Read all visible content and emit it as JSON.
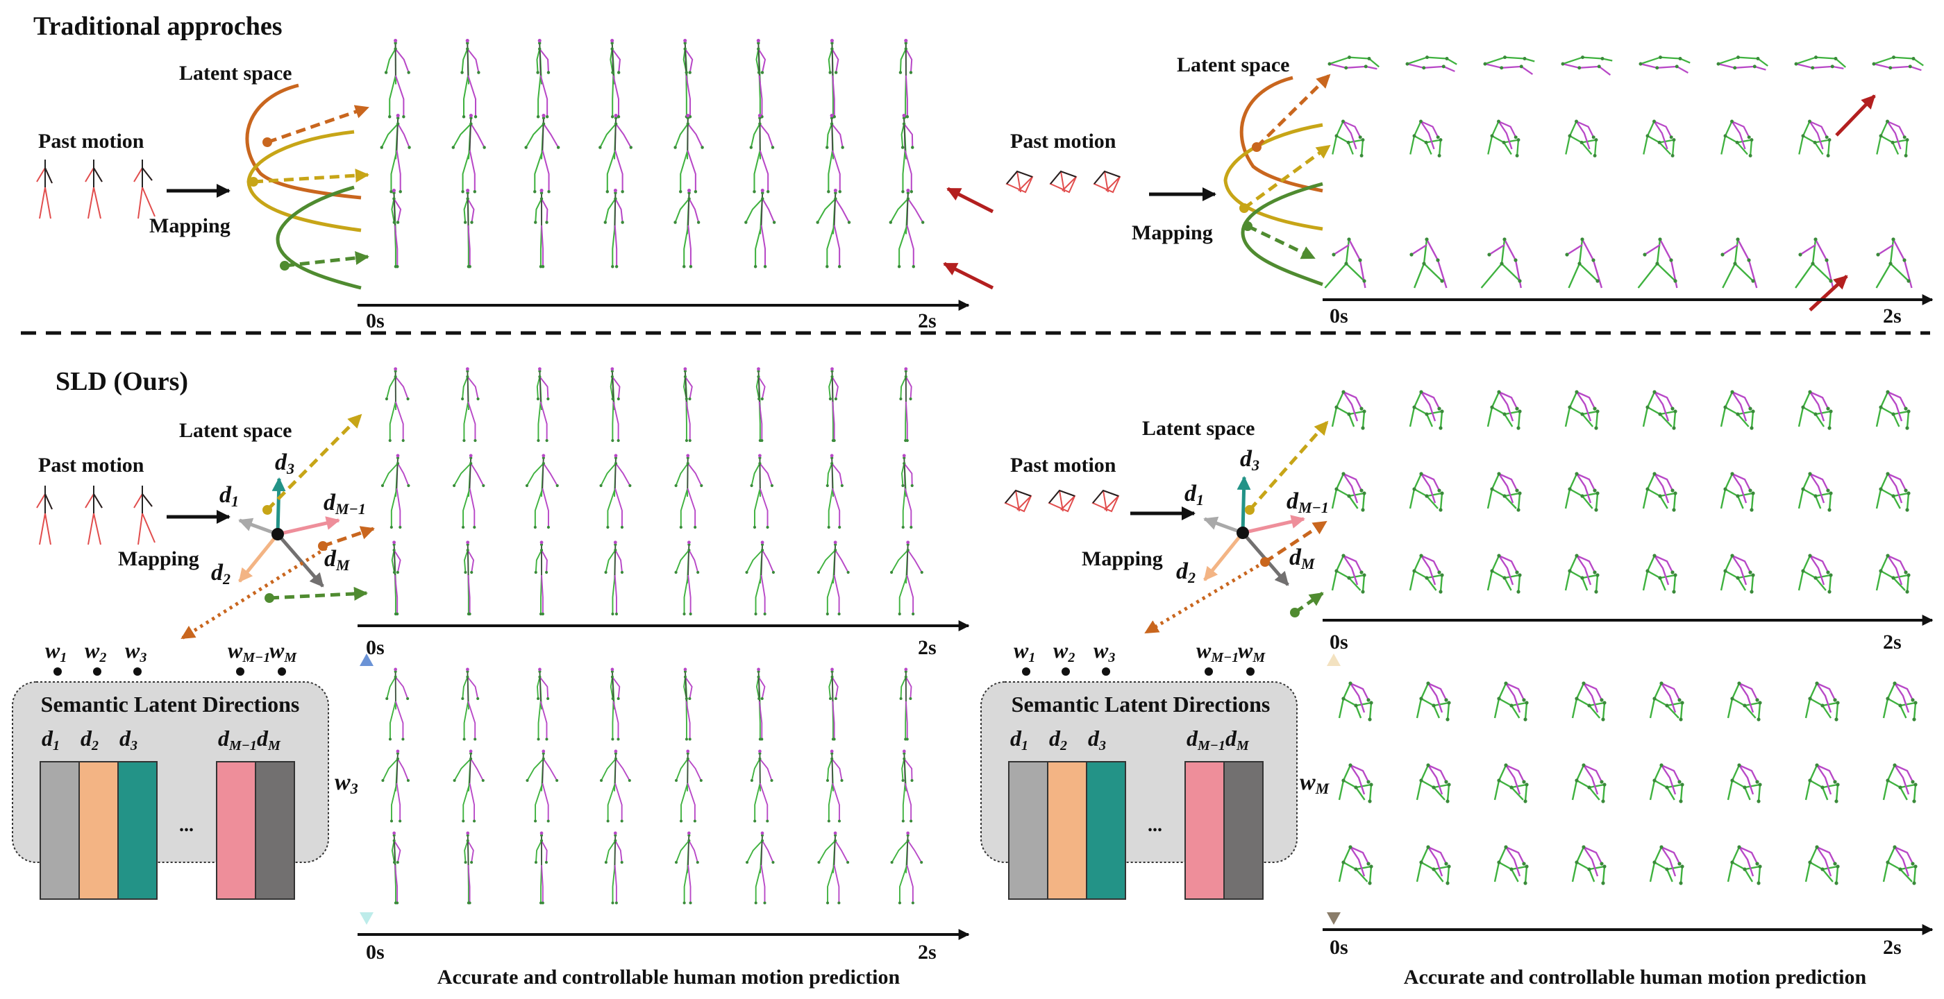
{
  "sections": {
    "traditional": {
      "heading": "Traditional approches"
    },
    "ours": {
      "heading": "SLD (Ours)"
    }
  },
  "labels": {
    "past_motion": "Past motion",
    "latent_space": "Latent space",
    "mapping": "Mapping",
    "time_start": "0s",
    "time_end": "2s",
    "caption": "Accurate and controllable human motion prediction",
    "sld_box_title": "Semantic Latent Directions",
    "ellipsis": "..."
  },
  "directions": [
    {
      "d": "d",
      "sub": "1",
      "color": "#a9a9a9"
    },
    {
      "d": "d",
      "sub": "2",
      "color": "#f3b484"
    },
    {
      "d": "d",
      "sub": "3",
      "color": "#239387"
    },
    {
      "d": "d",
      "sub": "M−1",
      "color": "#ee8e9a"
    },
    {
      "d": "d",
      "sub": "M",
      "color": "#727070"
    }
  ],
  "weights": [
    {
      "w": "w",
      "sub": "1",
      "color": "#a9a9a9"
    },
    {
      "w": "w",
      "sub": "2",
      "color": "#f3b484"
    },
    {
      "w": "w",
      "sub": "3",
      "color": "#239387"
    },
    {
      "w": "w",
      "sub": "M−1",
      "color": "#ee8e9a"
    },
    {
      "w": "w",
      "sub": "M",
      "color": "#727070"
    }
  ],
  "controls": {
    "left_axis": {
      "w": "w",
      "sub": "3"
    },
    "right_axis": {
      "w": "w",
      "sub": "M"
    }
  },
  "colors": {
    "curve_orange": "#c9661e",
    "curve_yellow": "#c7a517",
    "curve_green": "#4f8b30",
    "red_arrow": "#b31f1f",
    "skeleton_left": "#3fb23f",
    "skeleton_right": "#b848c7",
    "past_left": "#e14d4d",
    "box_fill": "#d9d9d9",
    "axis_blue": "#6b93d6",
    "axis_cyan": "#bdecea",
    "axis_tan": "#f3e2c0",
    "axis_brown": "#8a7d6a",
    "dotted_arrow": "#c9661e"
  }
}
